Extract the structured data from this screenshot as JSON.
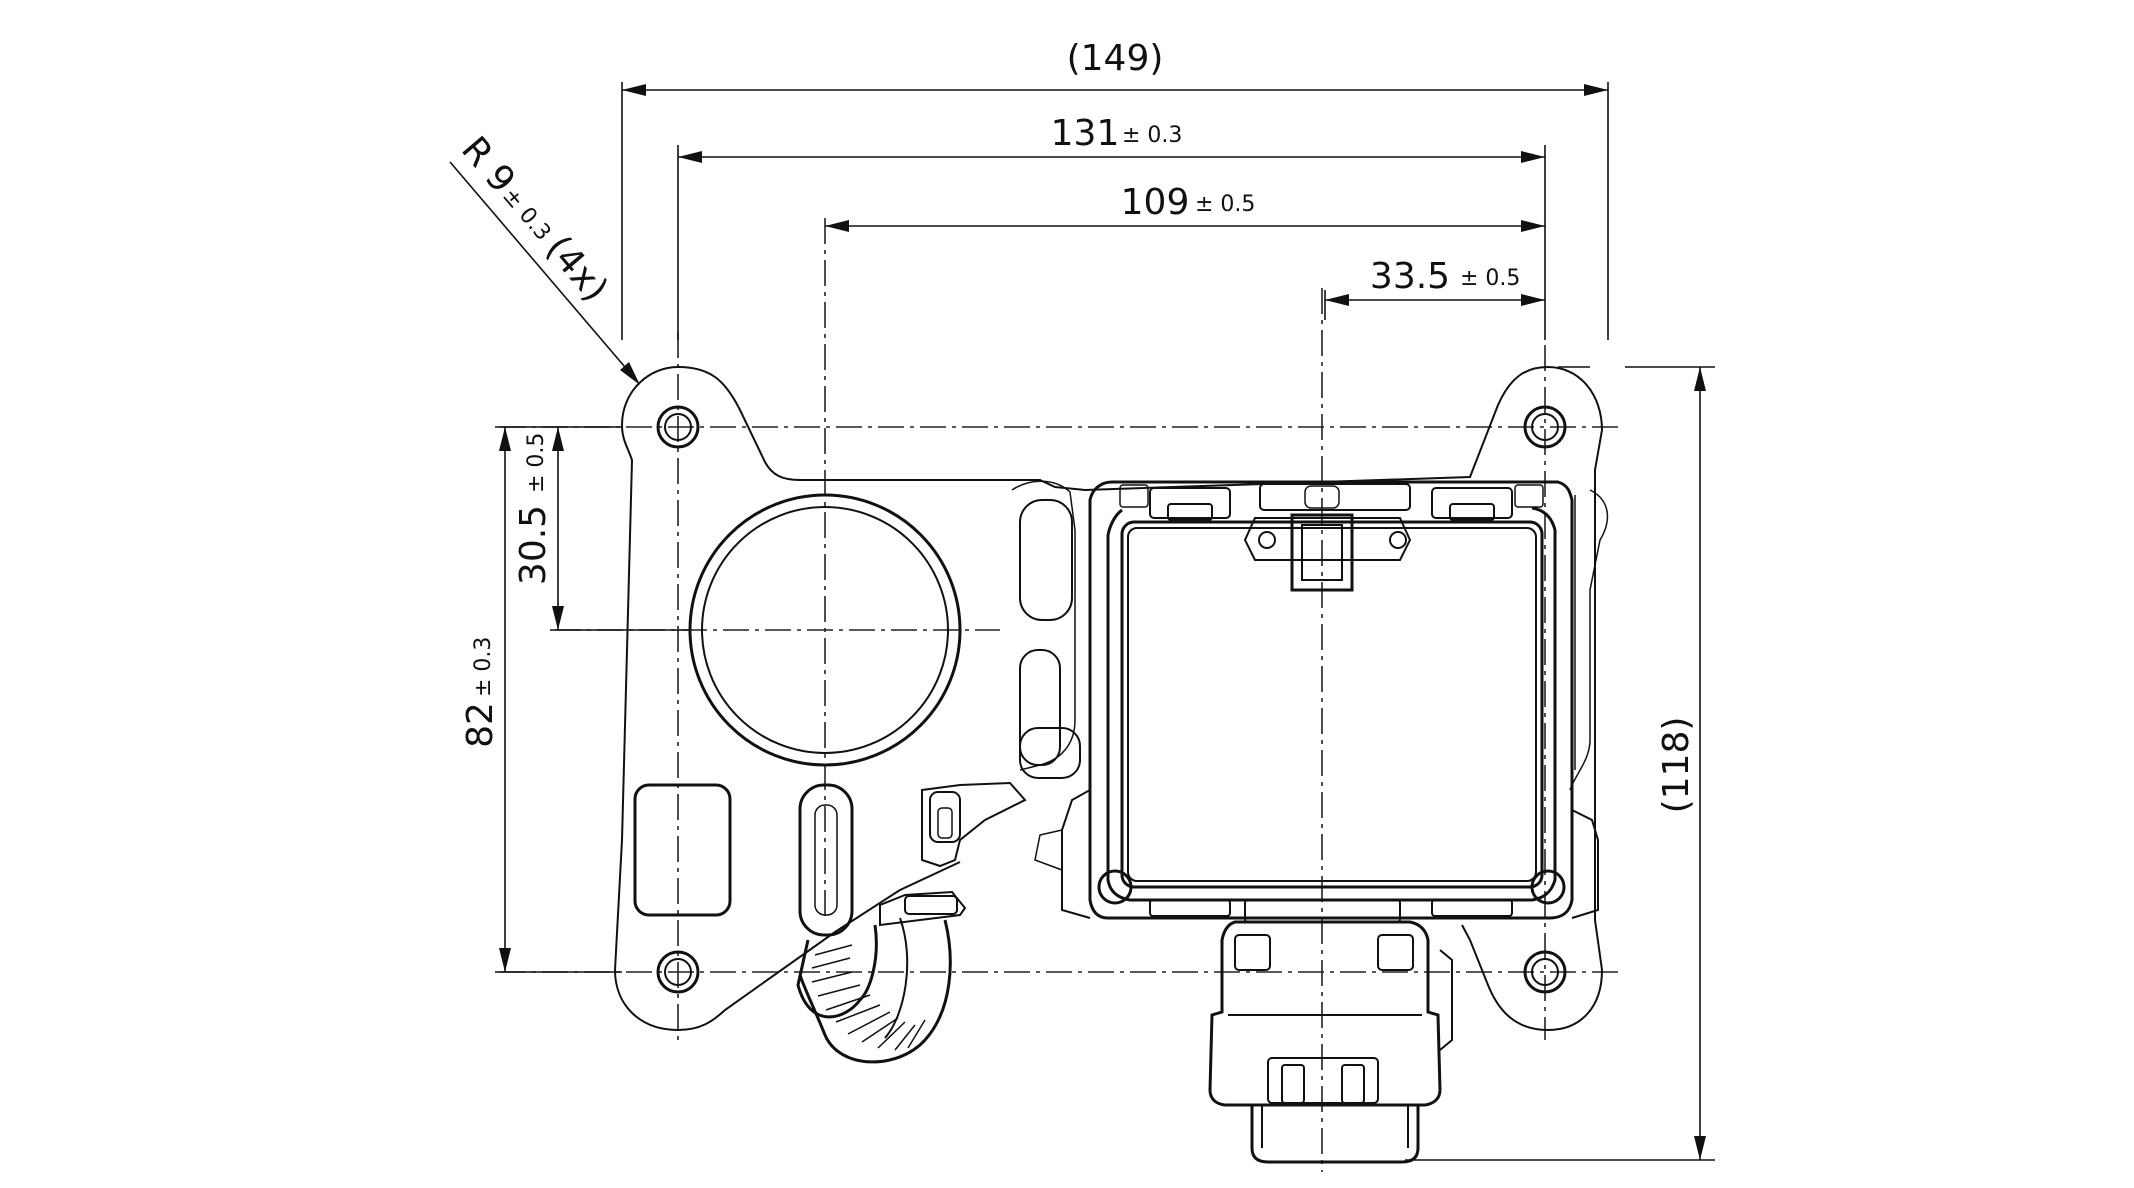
{
  "dimensions": {
    "overall_width": {
      "value": "(149)"
    },
    "hole_spacing_x": {
      "value": "131",
      "tol": "± 0.3"
    },
    "port_to_right": {
      "value": "109",
      "tol": "± 0.5"
    },
    "connector_offset": {
      "value": "33.5",
      "tol": "± 0.5"
    },
    "port_offset_y": {
      "value": "30.5",
      "tol": "± 0.5"
    },
    "hole_spacing_y": {
      "value": "82",
      "tol": "± 0.3"
    },
    "overall_height": {
      "value": "(118)"
    },
    "corner_radius": {
      "value": "R 9",
      "tol": "± 0.3",
      "count": "(4x)"
    }
  }
}
